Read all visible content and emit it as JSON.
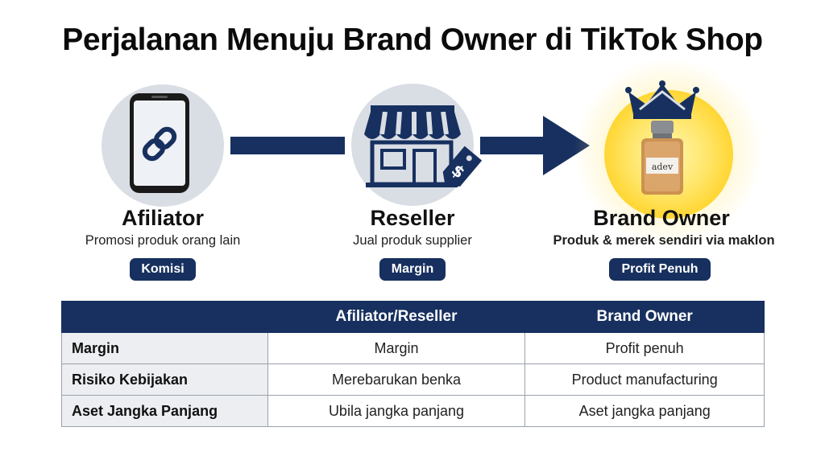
{
  "title": "Perjalanan Menuju Brand Owner di TikTok Shop",
  "colors": {
    "navy": "#17305f",
    "gold": "#ffd633",
    "circle_gray": "#d9dde4"
  },
  "stages": [
    {
      "name": "Afiliator",
      "desc": "Promosi produk orang lain",
      "badge": "Komisi",
      "icon": "phone-link-icon"
    },
    {
      "name": "Reseller",
      "desc": "Jual produk supplier",
      "badge": "Margin",
      "icon": "store-price-tag-icon"
    },
    {
      "name": "Brand Owner",
      "desc": "Produk & merek sendiri via maklon",
      "badge": "Profit Penuh",
      "icon": "crowned-bottle-icon",
      "bottle_label": "adev"
    }
  ],
  "table": {
    "headers": [
      "",
      "Afiliator/Reseller",
      "Brand Owner"
    ],
    "rows": [
      [
        "Margin",
        "Margin",
        "Profit penuh"
      ],
      [
        "Risiko Kebijakan",
        "Merebarukan benka",
        "Product manufacturing"
      ],
      [
        "Aset Jangka Panjang",
        "Ubila jangka panjang",
        "Aset jangka panjang"
      ]
    ]
  }
}
